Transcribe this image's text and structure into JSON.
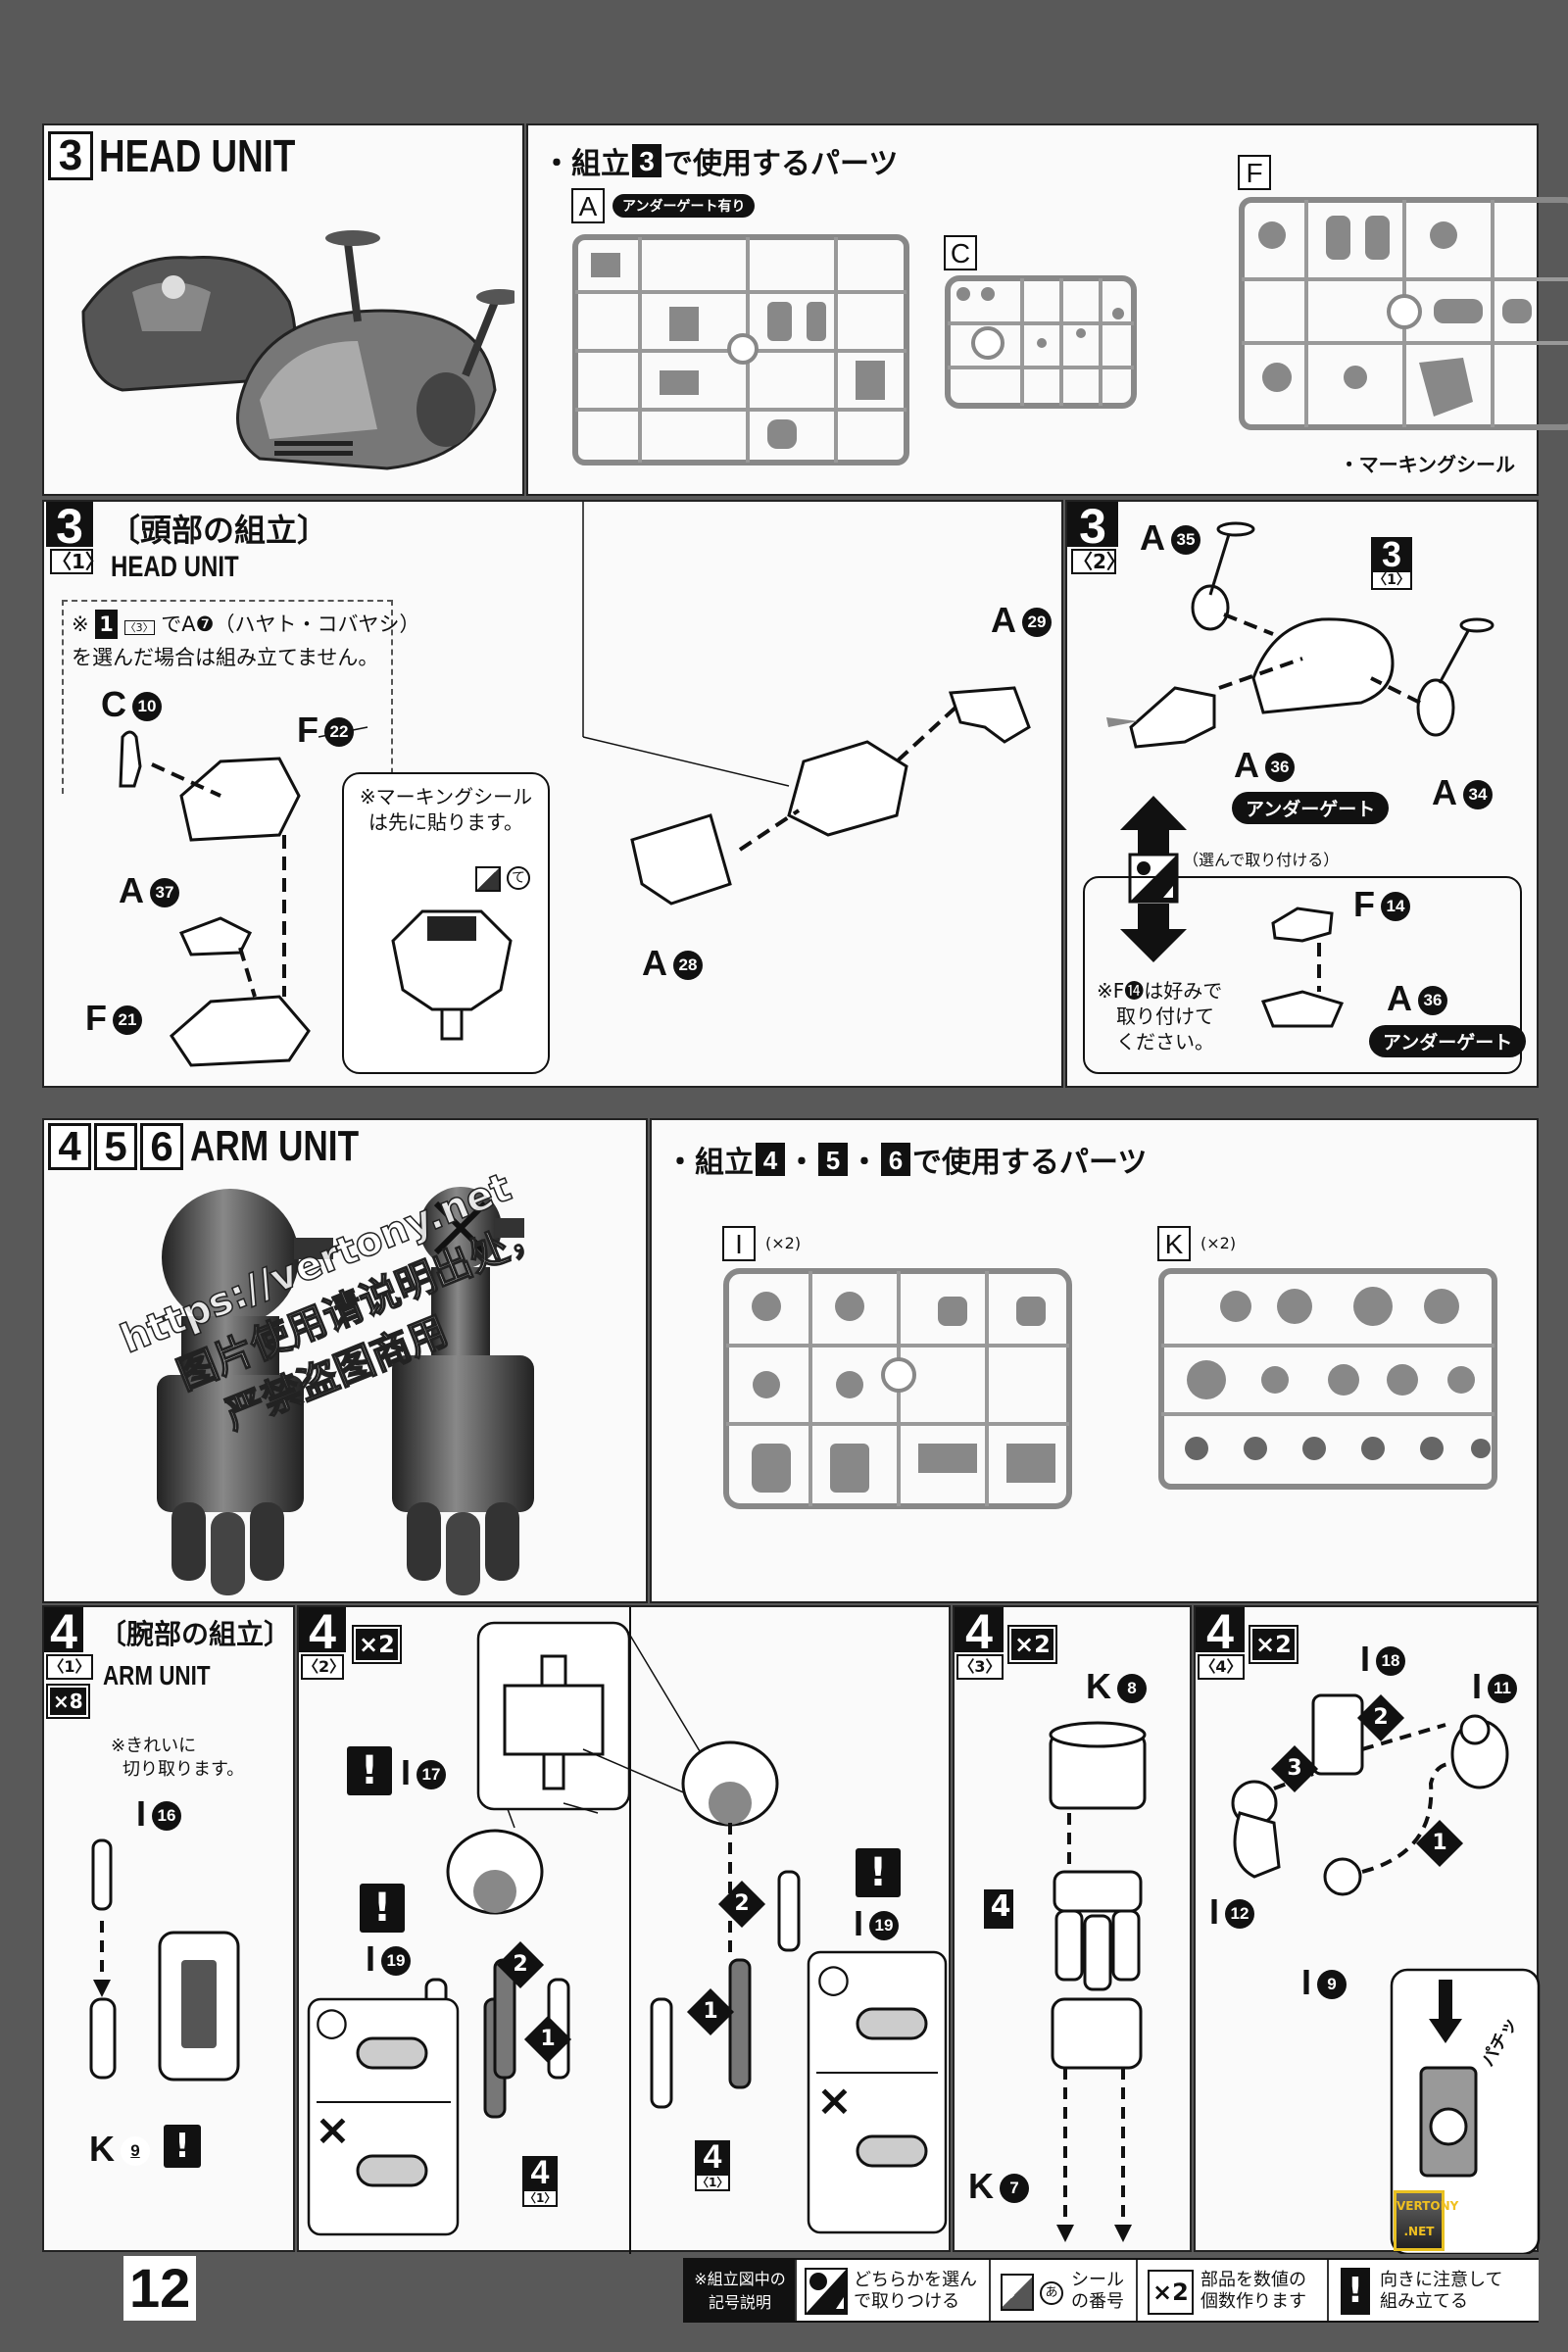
{
  "section_head": {
    "step": "3",
    "title": "HEAD UNIT",
    "parts_heading_pre": "・組立",
    "parts_heading_step": "3",
    "parts_heading_post": "で使用するパーツ",
    "runners": [
      {
        "letter": "A",
        "badge": "アンダーゲート有り"
      },
      {
        "letter": "C"
      },
      {
        "letter": "F"
      }
    ],
    "marking_seal": "・マーキングシール"
  },
  "step_3_1": {
    "step": "3",
    "sub": "〈1〉",
    "title_jp": "〔頭部の組立〕",
    "title_en": "HEAD UNIT",
    "note_ref_step": "1",
    "note_ref_sub": "〈3〉",
    "note_line1": "でA❼（ハヤト・コバヤシ）",
    "note_line2": "を選んだ場合は組み立てません。",
    "note_prefix": "※",
    "callout_line1": "※マーキングシール",
    "callout_line2": "は先に貼ります。",
    "seal_symbol": "て",
    "parts": [
      {
        "runner": "C",
        "num": "10"
      },
      {
        "runner": "F",
        "num": "22"
      },
      {
        "runner": "A",
        "num": "37"
      },
      {
        "runner": "F",
        "num": "21"
      },
      {
        "runner": "A",
        "num": "29"
      },
      {
        "runner": "A",
        "num": "28"
      }
    ]
  },
  "step_3_2": {
    "step": "3",
    "sub": "〈2〉",
    "ref_step": "3",
    "ref_sub": "〈1〉",
    "parts": [
      {
        "runner": "A",
        "num": "35"
      },
      {
        "runner": "A",
        "num": "36"
      },
      {
        "runner": "A",
        "num": "34"
      },
      {
        "runner": "F",
        "num": "14"
      },
      {
        "runner": "A",
        "num": "36"
      }
    ],
    "undergate": "アンダーゲート",
    "choose_label": "（選んで取り付ける）",
    "note_line1": "※F⓮は好みで",
    "note_line2": "取り付けて",
    "note_line3": "ください。"
  },
  "section_arm": {
    "steps": [
      "4",
      "5",
      "6"
    ],
    "title": "ARM UNIT",
    "parts_heading_pre": "・組立",
    "parts_heading_steps": [
      "4",
      "5",
      "6"
    ],
    "parts_heading_post": "で使用するパーツ",
    "runners": [
      {
        "letter": "I",
        "qty": "(×2)"
      },
      {
        "letter": "K",
        "qty": "(×2)"
      }
    ]
  },
  "step_4_1": {
    "step": "4",
    "sub": "〈1〉",
    "qty": "×8",
    "title_jp": "〔腕部の組立〕",
    "title_en": "ARM UNIT",
    "note_line1": "※きれいに",
    "note_line2": "切り取ります。",
    "parts": [
      {
        "runner": "I",
        "num": "16"
      },
      {
        "runner": "K",
        "num": "9"
      }
    ]
  },
  "step_4_2": {
    "step": "4",
    "sub": "〈2〉",
    "qty": "×2",
    "parts": [
      {
        "runner": "I",
        "num": "17"
      },
      {
        "runner": "I",
        "num": "19"
      },
      {
        "runner": "I",
        "num": "19"
      }
    ],
    "order_marks": [
      "2",
      "1",
      "2",
      "1"
    ],
    "ok_mark": "○",
    "ng_mark": "×",
    "ref_step": "4",
    "ref_sub": "〈1〉"
  },
  "step_4_3": {
    "step": "4",
    "sub": "〈3〉",
    "qty": "×2",
    "parts": [
      {
        "runner": "K",
        "num": "8"
      },
      {
        "runner": "K",
        "num": "7"
      }
    ],
    "ref_step": "4"
  },
  "step_4_4": {
    "step": "4",
    "sub": "〈4〉",
    "qty": "×2",
    "parts": [
      {
        "runner": "I",
        "num": "18"
      },
      {
        "runner": "I",
        "num": "11"
      },
      {
        "runner": "I",
        "num": "12"
      },
      {
        "runner": "I",
        "num": "9"
      }
    ],
    "order_marks": [
      "2",
      "3",
      "1"
    ],
    "snap_sound": "パチッ"
  },
  "watermark": {
    "line1": "https://vertony.net",
    "line2": "图片使用请说明出处，",
    "line3": "严禁盗图商用",
    "logo": "VERTONY .NET"
  },
  "footer": {
    "page_number": "12",
    "legend_title_line1": "※組立図中の",
    "legend_title_line2": "記号説明",
    "legend": [
      {
        "icon": "choose-one-icon",
        "line1": "どちらかを選ん",
        "line2": "で取りつける"
      },
      {
        "icon": "sticker-icon",
        "symbol": "あ",
        "line1": "シール",
        "line2": "の番号"
      },
      {
        "icon": "multiply-icon",
        "symbol": "×2",
        "line1": "部品を数値の",
        "line2": "個数作ります"
      },
      {
        "icon": "caution-icon",
        "symbol": "!",
        "line1": "向きに注意して",
        "line2": "組み立てる"
      }
    ]
  }
}
